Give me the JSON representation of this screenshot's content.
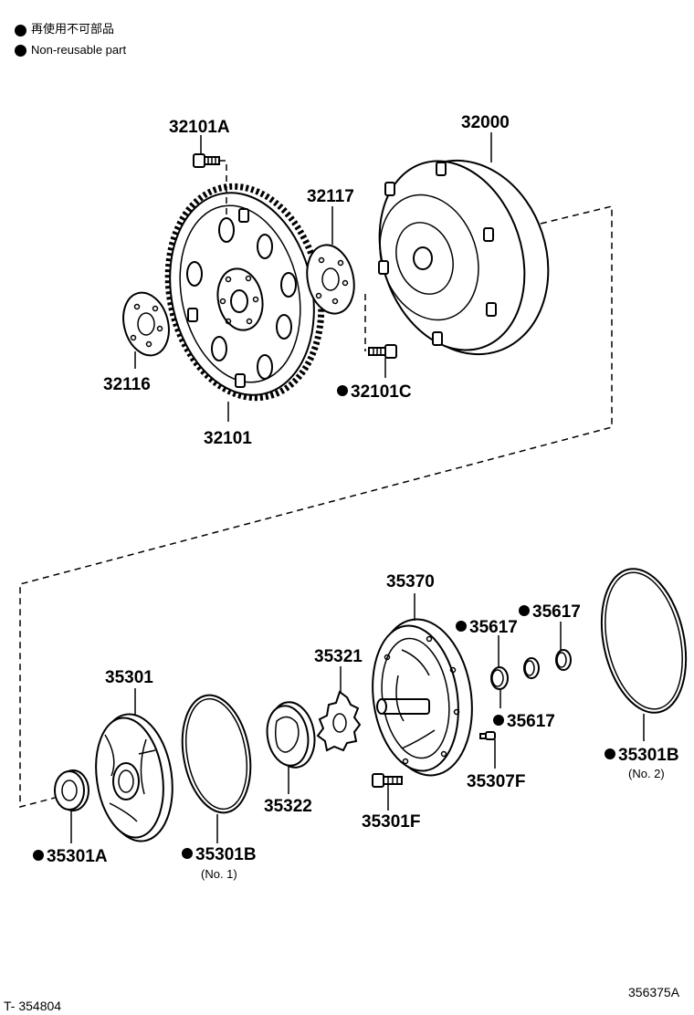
{
  "legend": {
    "ja": "再使用不可部品",
    "en": "Non-reusable part"
  },
  "parts": {
    "p32101A": "32101A",
    "p32000": "32000",
    "p32117": "32117",
    "p32116": "32116",
    "p32101C": "32101C",
    "p32101": "32101",
    "p35370": "35370",
    "p35617a": "35617",
    "p35617b": "35617",
    "p35617c": "35617",
    "p35321": "35321",
    "p35301": "35301",
    "p35322": "35322",
    "p35307F": "35307F",
    "p35301B2": "35301B",
    "p35301B2_note": "(No. 2)",
    "p35301F": "35301F",
    "p35301A": "35301A",
    "p35301B1": "35301B",
    "p35301B1_note": "(No. 1)"
  },
  "footer": {
    "left": "T- 354804",
    "right": "356375A"
  }
}
